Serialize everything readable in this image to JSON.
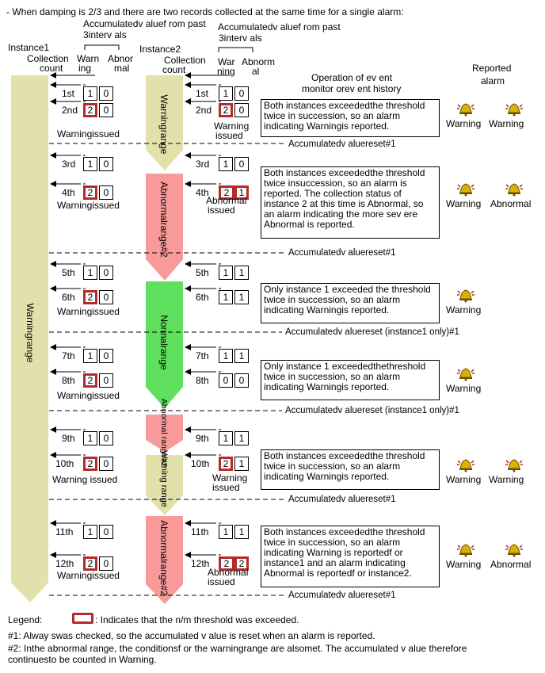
{
  "heading": "- When damping is 2/3 and there are two records collected at the same time for a single alarm:",
  "col_headers": {
    "instance1": "Instance1",
    "collection_count_1a": "Collection",
    "collection_count_1b": "count",
    "acc1_line1": "Accumulatedv aluef rom past",
    "acc1_line2": "3interv als",
    "warning1_a": "Warn",
    "warning1_b": "ing",
    "abnormal1_a": "Abnor",
    "abnormal1_b": "mal",
    "instance2": "Instance2",
    "collection_count_2a": "Collection",
    "collection_count_2b": "count",
    "acc2_line1": "Accumulatedv aluef rom past",
    "acc2_line2": "3interv als",
    "warning2_a": "War",
    "warning2_b": "ning",
    "abnormal2_a": "Abnorm",
    "abnormal2_b": "al",
    "operation_a": "Operation of ev ent",
    "operation_b": "monitor orev ent history",
    "reported_a": "Reported",
    "reported_b": "alarm"
  },
  "range_labels": {
    "inst1_warning": "Warningrange",
    "w1": "Warningrange",
    "a1": "Abnormalrange#2",
    "n1": "Normalrange",
    "a2": "Abnormal range#2",
    "w2": "Warning range",
    "a3": "Abnormalrange#2"
  },
  "rows1": [
    {
      "count": "1st",
      "warn": "1",
      "abn": "0"
    },
    {
      "count": "2nd",
      "warn": "2",
      "abn": "0"
    },
    {
      "count": "3rd",
      "warn": "1",
      "abn": "0"
    },
    {
      "count": "4th",
      "warn": "2",
      "abn": "0"
    },
    {
      "count": "5th",
      "warn": "1",
      "abn": "0"
    },
    {
      "count": "6th",
      "warn": "2",
      "abn": "0"
    },
    {
      "count": "7th",
      "warn": "1",
      "abn": "0"
    },
    {
      "count": "8th",
      "warn": "2",
      "abn": "0"
    },
    {
      "count": "9th",
      "warn": "1",
      "abn": "0"
    },
    {
      "count": "10th",
      "warn": "2",
      "abn": "0"
    },
    {
      "count": "11th",
      "warn": "1",
      "abn": "0"
    },
    {
      "count": "12th",
      "warn": "2",
      "abn": "0"
    }
  ],
  "rows2": [
    {
      "count": "1st",
      "warn": "1",
      "abn": "0"
    },
    {
      "count": "2nd",
      "warn": "2",
      "abn": "0"
    },
    {
      "count": "3rd",
      "warn": "1",
      "abn": "0"
    },
    {
      "count": "4th",
      "warn": "2",
      "abn": "1"
    },
    {
      "count": "5th",
      "warn": "1",
      "abn": "1"
    },
    {
      "count": "6th",
      "warn": "1",
      "abn": "1"
    },
    {
      "count": "7th",
      "warn": "1",
      "abn": "1"
    },
    {
      "count": "8th",
      "warn": "0",
      "abn": "0"
    },
    {
      "count": "9th",
      "warn": "1",
      "abn": "1"
    },
    {
      "count": "10th",
      "warn": "2",
      "abn": "1"
    },
    {
      "count": "11th",
      "warn": "1",
      "abn": "1"
    },
    {
      "count": "12th",
      "warn": "2",
      "abn": "2"
    }
  ],
  "issued1": [
    "Warningissued",
    "Warningissued",
    "Warningissued",
    "Warningissued",
    "Warning issued",
    "Warningissued"
  ],
  "issued2": [
    {
      "a": "Warning",
      "b": "issued"
    },
    {
      "a": "Abnormal",
      "b": "issued"
    },
    {
      "a": "Warning",
      "b": "issued"
    },
    {
      "a": "Abnormal",
      "b": "issued"
    }
  ],
  "operations": [
    "Both instances exceededthe threshold twice in succession, so an alarm indicating Warningis reported.",
    "Both instances exceededthe threshold twice insuccession, so an alarm is reported. The collection status of instance 2 at this time is Abnormal, so an alarm indicating the more sev ere Abnormal is reported.",
    "Only instance 1 exceeded the threshold twice in succession, so an alarm indicating Warningis reported.",
    "Only instance 1 exceededthethreshold twice in succession, so an alarm indicating Warningis reported.",
    "Both instances exceededthe threshold twice in succession, so an alarm indicating Warningis reported.",
    "Both instances exceededthe threshold twice in succession, so an alarm indicating Warning is reportedf or instance1 and an alarm indicating Abnormal is reportedf or instance2."
  ],
  "resets": [
    "Accumulatedv aluereset#1",
    "Accumulatedv aluereset#1",
    "Accumulatedv aluereset (instance1 only)#1",
    "Accumulatedv aluereset (instance1 only)#1",
    "Accumulatedv aluereset#1",
    "Accumulatedv aluereset#1"
  ],
  "alarms": [
    {
      "a": "Warning",
      "b": "Warning"
    },
    {
      "a": "Warning",
      "b": "Abnormal"
    },
    {
      "a": "Warning",
      "b": ""
    },
    {
      "a": "Warning",
      "b": ""
    },
    {
      "a": "Warning",
      "b": "Warning"
    },
    {
      "a": "Warning",
      "b": "Abnormal"
    }
  ],
  "legend": {
    "label": "Legend:",
    "text": ": Indicates that the n/m threshold was exceeded.",
    "note1": "#1: Alway swas checked, so the accumulated v alue is reset when an alarm is reported.",
    "note2a": "#2: Inthe abnormal range, the conditionsf or the warningrange are alsomet. The accumulated v alue therefore",
    "note2b": "continuesto be counted in Warning."
  },
  "colors": {
    "warning_fill": "#e3e1ab",
    "abnormal_fill": "#f89a9a",
    "normal_fill": "#5ee05e",
    "highlight": "#b52a2a",
    "bell": "#d8b400"
  }
}
